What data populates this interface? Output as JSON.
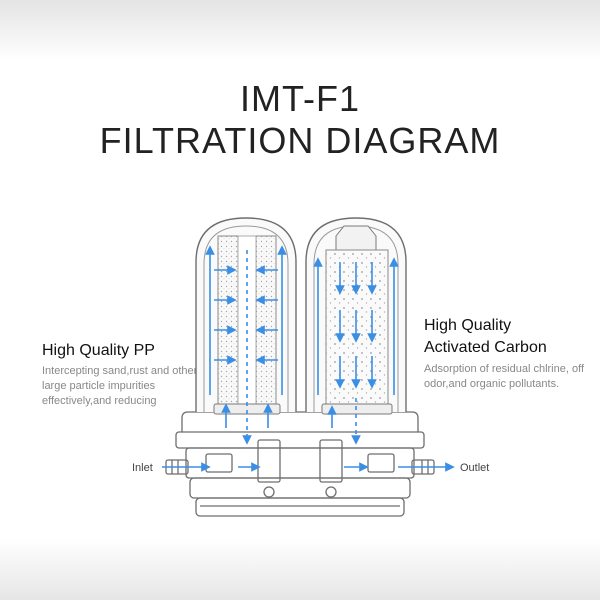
{
  "title": {
    "line1": "IMT-F1",
    "line2": "FILTRATION DIAGRAM"
  },
  "pp": {
    "heading": "High Quality PP",
    "description": "Intercepting sand,rust and other large particle impurities effectively,and reducing"
  },
  "carbon": {
    "heading_line1": "High Quality",
    "heading_line2": "Activated Carbon",
    "description": "Adsorption of residual chlrine, off odor,and organic pollutants."
  },
  "ports": {
    "inlet": "Inlet",
    "outlet": "Outlet"
  },
  "colors": {
    "flow_arrow": "#3a8ee6",
    "outline": "#6e6e6e",
    "text_heading": "#111111",
    "text_desc": "#888888"
  }
}
